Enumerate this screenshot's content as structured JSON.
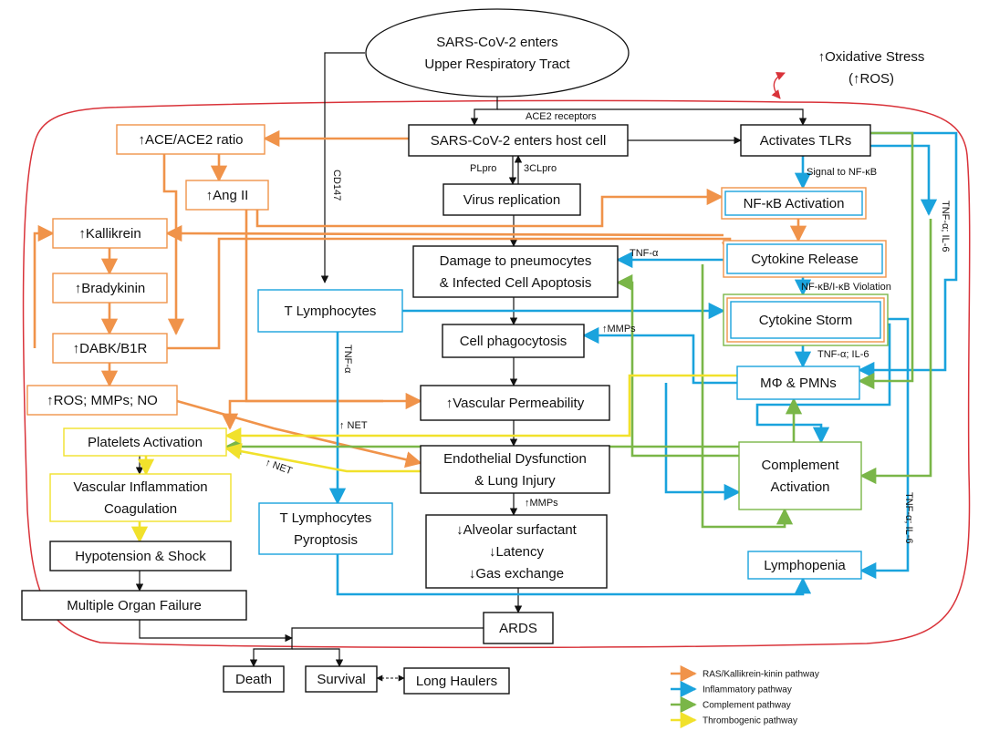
{
  "colors": {
    "ras": "#f0934a",
    "inflammatory": "#1aa3dd",
    "complement": "#7ab648",
    "thrombogenic": "#f1e12b",
    "black": "#111111",
    "membrane": "#d9333a"
  },
  "nodes": {
    "entry": {
      "lines": [
        "SARS-CoV-2 enters",
        "Upper Respiratory Tract"
      ]
    },
    "oxidative": {
      "lines": [
        "↑Oxidative Stress",
        "(↑ROS)"
      ]
    },
    "host_cell": {
      "lines": [
        "SARS-CoV-2 enters host cell"
      ]
    },
    "ace_ratio": {
      "lines": [
        "↑ACE/ACE2 ratio"
      ]
    },
    "ang2": {
      "lines": [
        "↑Ang II"
      ]
    },
    "tlr": {
      "lines": [
        "Activates TLRs"
      ]
    },
    "replication": {
      "lines": [
        "Virus replication"
      ]
    },
    "nfkb": {
      "lines": [
        "NF-κB Activation"
      ]
    },
    "kallikrein": {
      "lines": [
        "↑Kallikrein"
      ]
    },
    "bradykinin": {
      "lines": [
        "↑Bradykinin"
      ]
    },
    "dabk": {
      "lines": [
        "↑DABK/B1R"
      ]
    },
    "ros": {
      "lines": [
        "↑ROS; MMPs; NO"
      ]
    },
    "damage": {
      "lines": [
        "Damage to pneumocytes",
        "& Infected Cell Apoptosis"
      ]
    },
    "cytokine_release": {
      "lines": [
        "Cytokine Release"
      ]
    },
    "t_lymph": {
      "lines": [
        "T Lymphocytes"
      ]
    },
    "cytokine_storm": {
      "lines": [
        "Cytokine Storm"
      ]
    },
    "phagocytosis": {
      "lines": [
        "Cell phagocytosis"
      ]
    },
    "macrophage": {
      "lines": [
        "MΦ & PMNs"
      ]
    },
    "vascular_perm": {
      "lines": [
        "↑Vascular Permeability"
      ]
    },
    "platelets": {
      "lines": [
        "Platelets Activation"
      ]
    },
    "endothelial": {
      "lines": [
        "Endothelial Dysfunction",
        "& Lung Injury"
      ]
    },
    "complement": {
      "lines": [
        "Complement",
        "Activation"
      ]
    },
    "vasc_inflam": {
      "lines": [
        "Vascular Inflammation",
        "Coagulation"
      ]
    },
    "t_pyroptosis": {
      "lines": [
        "T Lymphocytes",
        "Pyroptosis"
      ]
    },
    "surfactant": {
      "lines": [
        "↓Alveolar surfactant",
        "↓Latency",
        "↓Gas exchange"
      ]
    },
    "hypotension": {
      "lines": [
        "Hypotension & Shock"
      ]
    },
    "lymphopenia": {
      "lines": [
        "Lymphopenia"
      ]
    },
    "organ_failure": {
      "lines": [
        "Multiple Organ Failure"
      ]
    },
    "ards": {
      "lines": [
        "ARDS"
      ]
    },
    "death": {
      "lines": [
        "Death"
      ]
    },
    "survival": {
      "lines": [
        "Survival"
      ]
    },
    "long_haulers": {
      "lines": [
        "Long Haulers"
      ]
    }
  },
  "labels": {
    "ace2_receptors": "ACE2 receptors",
    "plpro": "PLpro",
    "clpro": "3CLpro",
    "cd147": "CD147",
    "signal_nfkb": "Signal to NF-κB",
    "tnf_damage": "TNF-α",
    "violation": "NF-κB/I-κB Violation",
    "mmps_phago": "↑MMPs",
    "tnf_il6_storm": "TNF-α; IL-6",
    "tnf_tlymph": "TNF-α",
    "net1": "↑ NET",
    "net2": "↑ NET",
    "mmps_surf": "↑MMPs",
    "tnf_il6_top": "TNF-α; IL-6",
    "tnf_il6_right": "TNF-α; IL-6"
  },
  "legend": [
    {
      "label": "RAS/Kallikrein-kinin pathway",
      "color": "#f0934a"
    },
    {
      "label": "Inflammatory pathway",
      "color": "#1aa3dd"
    },
    {
      "label": "Complement pathway",
      "color": "#7ab648"
    },
    {
      "label": "Thrombogenic pathway",
      "color": "#f1e12b"
    }
  ]
}
